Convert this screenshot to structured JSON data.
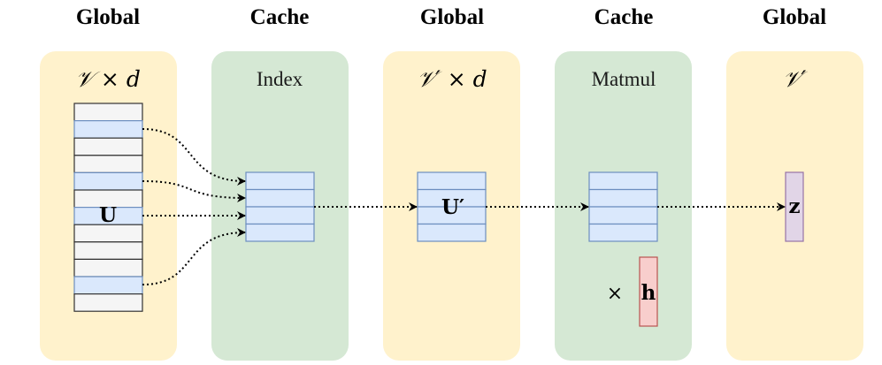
{
  "columns": [
    {
      "header": "Global",
      "title": "𝒱 × d",
      "kind": "global",
      "color": "#fff2cc"
    },
    {
      "header": "Cache",
      "title": "Index",
      "kind": "cache",
      "color": "#d5e8d4"
    },
    {
      "header": "Global",
      "title": "𝒱′ × d",
      "kind": "global",
      "color": "#fff2cc"
    },
    {
      "header": "Cache",
      "title": "Matmul",
      "kind": "cache",
      "color": "#d5e8d4"
    },
    {
      "header": "Global",
      "title": "𝒱′",
      "kind": "global",
      "color": "#fff2cc"
    }
  ],
  "labels": {
    "u": "U",
    "u_prime": "U′",
    "z": "z",
    "h": "h",
    "times": "×"
  },
  "colors": {
    "row_blue": "#dae8fc",
    "row_blue_border": "#6c8ebf",
    "row_gray": "#f5f5f5",
    "row_gray_border": "#333333",
    "vector_z": "#e1d5e7",
    "vector_z_border": "#9673a6",
    "vector_h": "#f8cecc",
    "vector_h_border": "#b85450"
  }
}
